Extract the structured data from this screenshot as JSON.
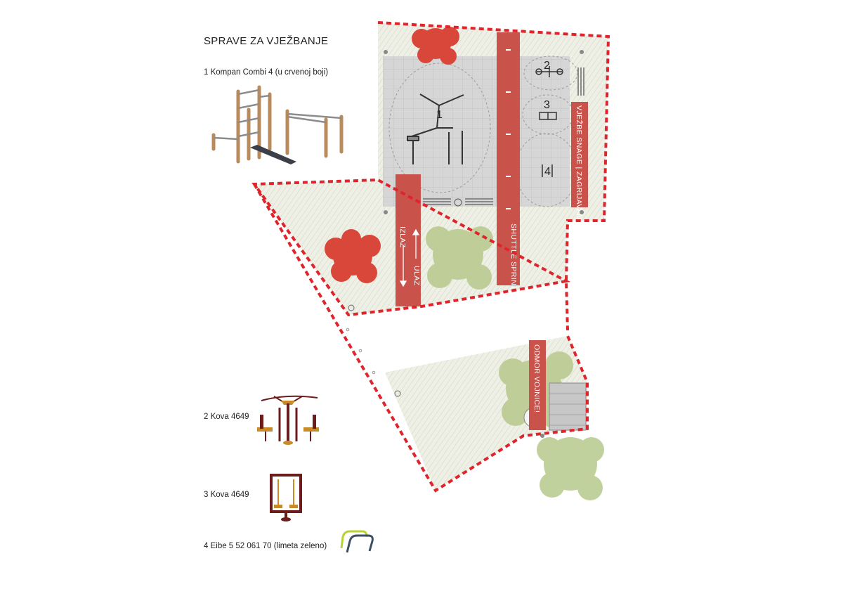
{
  "legend": {
    "title": "SPRAVE ZA VJEŽBANJE",
    "items": [
      {
        "label": "1  Kompan Combi 4 (u crvenoj boji)"
      },
      {
        "label": "2  Kova 4649"
      },
      {
        "label": "3  Kova 4649"
      },
      {
        "label": "4  Eibe 5 52 061 70 (limeta zeleno)"
      }
    ]
  },
  "plan": {
    "numbers": [
      "1",
      "2",
      "3",
      "4"
    ],
    "lanes": {
      "shuttle": "SHUTTLE SPRINT",
      "strength": "VJEŽBE SNAGE  |  ZAGRIJAVANJE",
      "exit": "IZLAZ",
      "entry": "ULAZ",
      "rest": "ODMOR VOJNICE!"
    }
  },
  "colors": {
    "boundary": "#e0242c",
    "lane": "#c9524a",
    "grass": "#e9ebdf",
    "paving": "#d3d3d3",
    "tree_red": "#d9473a",
    "tree_green": "#9bb55c"
  }
}
